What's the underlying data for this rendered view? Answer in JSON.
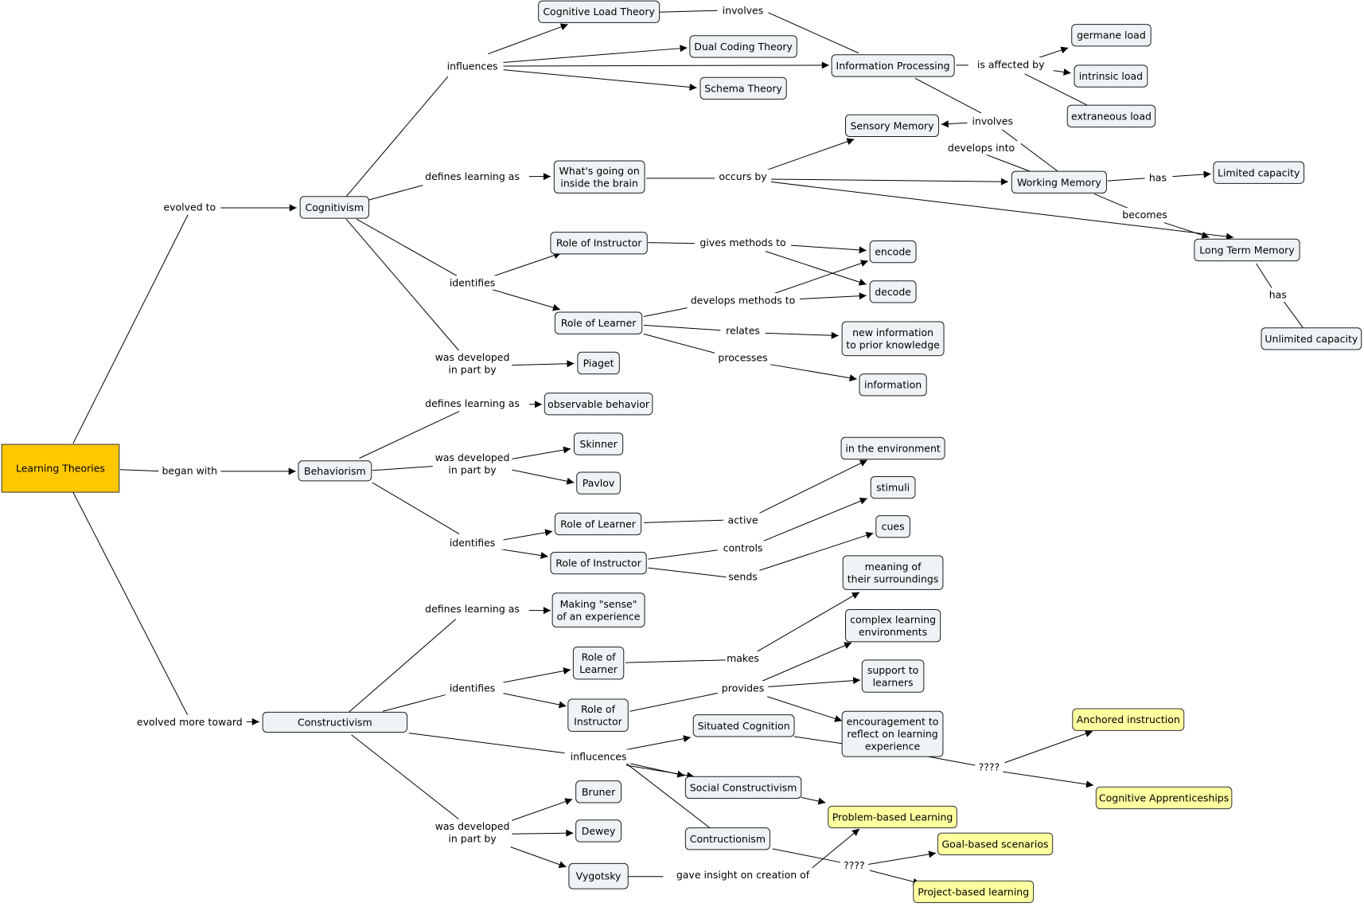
{
  "colors": {
    "concept_fill": "#eef3f5",
    "root_fill": "#ffc800",
    "highlight_fill": "#ffffa0",
    "line": "#000000"
  },
  "concepts": {
    "lt": "Learning Theories",
    "cog": "Cognitivism",
    "beh": "Behaviorism",
    "con": "Constructivism",
    "clt": "Cognitive Load Theory",
    "dct": "Dual Coding Theory",
    "ip": "Information Processing",
    "st": "Schema Theory",
    "gl": "germane load",
    "il": "intrinsic load",
    "el": "extraneous load",
    "sm": "Sensory Memory",
    "wgb": "What's going on\ninside the brain",
    "wm": "Working Memory",
    "lc": "Limited capacity",
    "ltm": "Long Term Memory",
    "uc": "Unlimited capacity",
    "roi1": "Role of Instructor",
    "enc": "encode",
    "dec": "decode",
    "rol1": "Role of Learner",
    "ni": "new information\nto prior knowledge",
    "info": "information",
    "piaget": "Piaget",
    "ob": "observable behavior",
    "skinner": "Skinner",
    "pavlov": "Pavlov",
    "ite": "in the environment",
    "stimuli": "stimuli",
    "rol2": "Role of Learner",
    "cues": "cues",
    "roi2": "Role of Instructor",
    "mos": "meaning of\ntheir surroundings",
    "msoe": "Making \"sense\"\nof an experience",
    "cle": "complex learning\nenvironments",
    "rol3": "Role of\nLearner",
    "stl": "support to\nlearners",
    "roi3": "Role of\nInstructor",
    "sc": "Situated Cognition",
    "etr": "encouragement to\nreflect on learning\nexperience",
    "ai": "Anchored instruction",
    "ca": "Cognitive Apprenticeships",
    "socc": "Social Constructivism",
    "pbl": "Problem-based Learning",
    "bruner": "Bruner",
    "dewey": "Dewey",
    "contr": "Contructionism",
    "gbs": "Goal-based scenarios",
    "vyg": "Vygotsky",
    "prbl": "Project-based learning"
  },
  "phrases": {
    "evolved_to": "evolved to",
    "began_with": "began with",
    "evolved_more_toward": "evolved more toward",
    "influences": "influences",
    "involves1": "involves",
    "is_affected_by": "is affected by",
    "involves2": "involves",
    "defines1": "defines learning as",
    "occurs_by": "occurs by",
    "develops_into": "develops into",
    "has1": "has",
    "becomes": "becomes",
    "has2": "has",
    "identifies1": "identifies",
    "gives_methods": "gives methods to",
    "develops_methods": "develops methods to",
    "relates": "relates",
    "processes": "processes",
    "wdipb1": "was developed\nin part by",
    "defines2": "defines learning as",
    "wdipb2": "was developed\nin part by",
    "identifies2": "identifies",
    "active": "active",
    "controls": "controls",
    "sends": "sends",
    "defines3": "defines learning as",
    "identifies3": "identifies",
    "makes": "makes",
    "provides": "provides",
    "influcences": "influcences",
    "q1": "????",
    "wdipb3": "was developed\nin part by",
    "gave_insight": "gave insight on creation of",
    "q2": "????"
  }
}
